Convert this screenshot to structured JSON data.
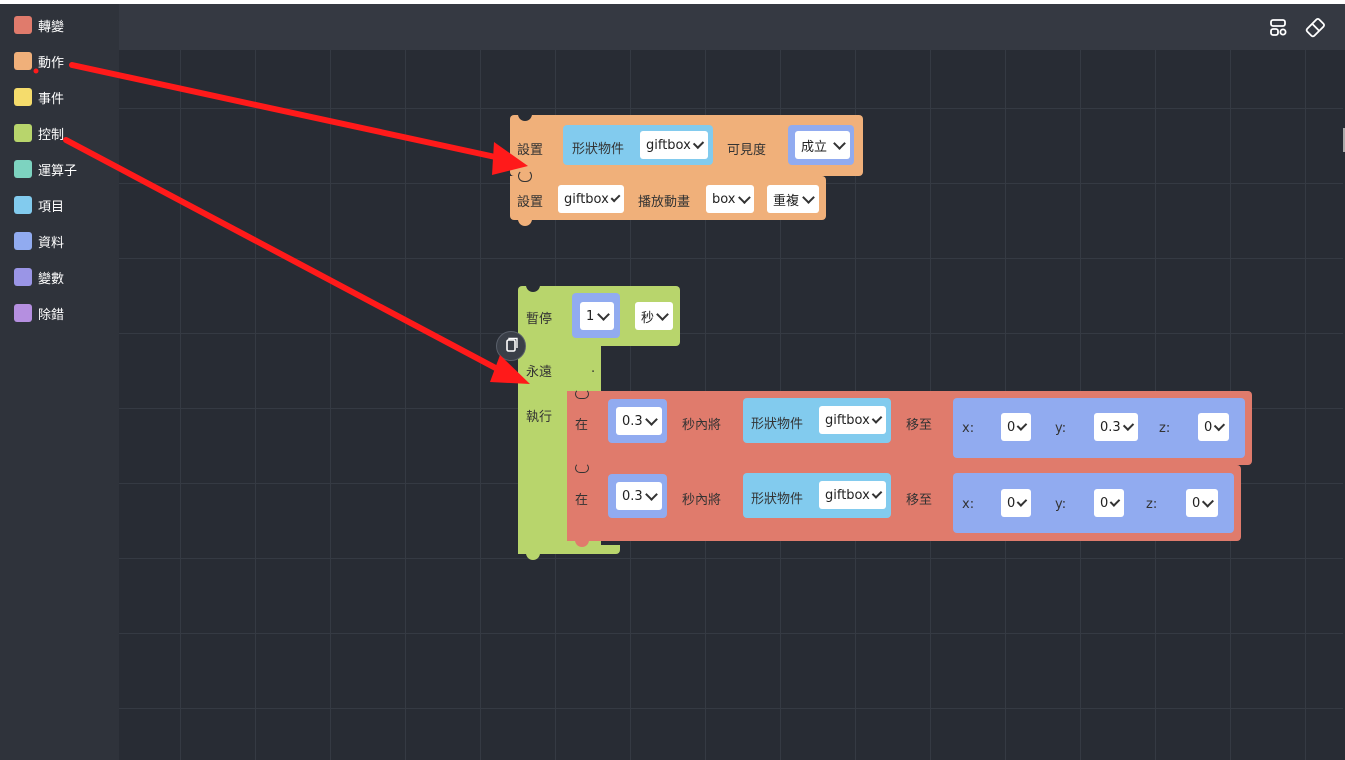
{
  "colors": {
    "transform": "#e07b6c",
    "action": "#f0b07a",
    "event": "#f5dc6c",
    "control": "#b8d56c",
    "operator": "#7dd3c0",
    "item": "#82cbee",
    "data": "#91abf0",
    "variable": "#9a95e6",
    "debug": "#b58fe0",
    "arrow": "#ff1a1a"
  },
  "sidebar": {
    "items": [
      {
        "label": "轉變"
      },
      {
        "label": "動作"
      },
      {
        "label": "事件"
      },
      {
        "label": "控制"
      },
      {
        "label": "運算子"
      },
      {
        "label": "項目"
      },
      {
        "label": "資料"
      },
      {
        "label": "變數"
      },
      {
        "label": "除錯"
      }
    ]
  },
  "header": {
    "icons": [
      "layout-icon",
      "eraser-icon"
    ]
  },
  "blocks": {
    "set_visible": {
      "label": "設置",
      "object_label": "形狀物件",
      "object_value": "giftbox",
      "visibility_label": "可見度",
      "visibility_value": "成立"
    },
    "set_animation": {
      "label": "設置",
      "object_value": "giftbox",
      "anim_label": "播放動畫",
      "anim_value": "box",
      "mode_value": "重複"
    },
    "wait": {
      "label": "暫停",
      "amount": "1",
      "unit": "秒"
    },
    "forever": {
      "label": "永遠",
      "do_label": "執行",
      "dot": "."
    },
    "move1": {
      "in_label": "在",
      "seconds": "0.3",
      "within_label": "秒內將",
      "object_label": "形狀物件",
      "object_value": "giftbox",
      "to_label": "移至",
      "x_label": "x:",
      "x": "0",
      "y_label": "y:",
      "y": "0.3",
      "z_label": "z:",
      "z": "0"
    },
    "move2": {
      "in_label": "在",
      "seconds": "0.3",
      "within_label": "秒內將",
      "object_label": "形狀物件",
      "object_value": "giftbox",
      "to_label": "移至",
      "x_label": "x:",
      "x": "0",
      "y_label": "y:",
      "y": "0",
      "z_label": "z:",
      "z": "0"
    }
  }
}
